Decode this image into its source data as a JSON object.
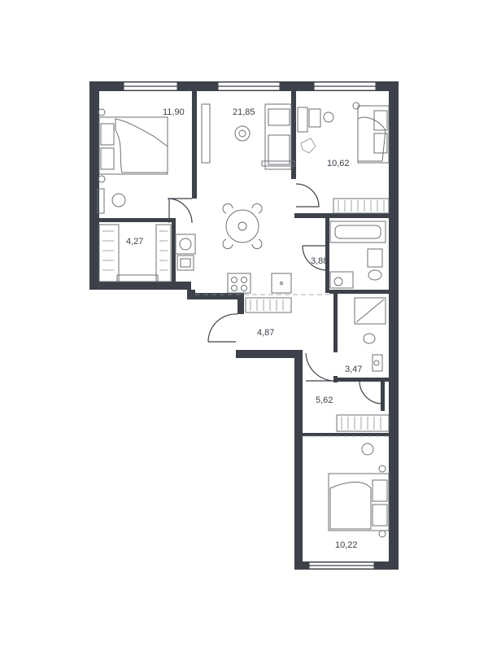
{
  "rooms": [
    {
      "id": "bedroom-1",
      "area": "11,90"
    },
    {
      "id": "living-kitchen",
      "area": "21,85"
    },
    {
      "id": "bedroom-2",
      "area": "10,62"
    },
    {
      "id": "wardrobe",
      "area": "4,27"
    },
    {
      "id": "bathroom",
      "area": "3,88"
    },
    {
      "id": "hallway",
      "area": "4,87"
    },
    {
      "id": "toilet",
      "area": "3,47"
    },
    {
      "id": "corridor",
      "area": "5,62"
    },
    {
      "id": "bedroom-3",
      "area": "10,22"
    }
  ]
}
